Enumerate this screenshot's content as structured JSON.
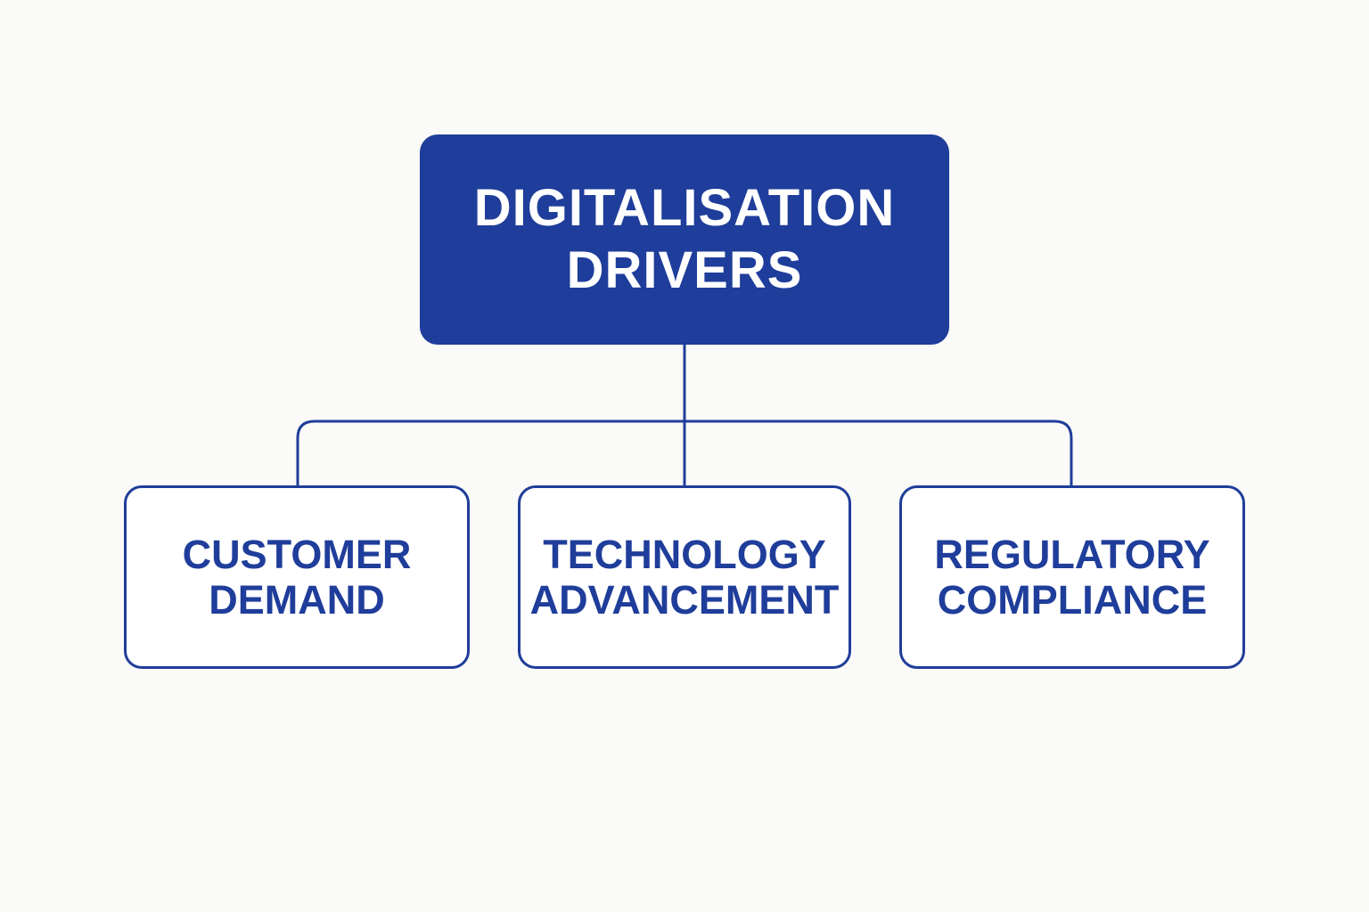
{
  "diagram": {
    "root": {
      "lines": [
        "DIGITALISATION",
        "DRIVERS"
      ]
    },
    "children": [
      {
        "lines": [
          "CUSTOMER",
          "DEMAND"
        ]
      },
      {
        "lines": [
          "TECHNOLOGY",
          "ADVANCEMENT"
        ]
      },
      {
        "lines": [
          "REGULATORY",
          "COMPLIANCE"
        ]
      }
    ]
  },
  "colors": {
    "primary": "#1f3d9a",
    "background": "#fafaf8",
    "box_fill": "#ffffff",
    "root_text": "#ffffff"
  }
}
